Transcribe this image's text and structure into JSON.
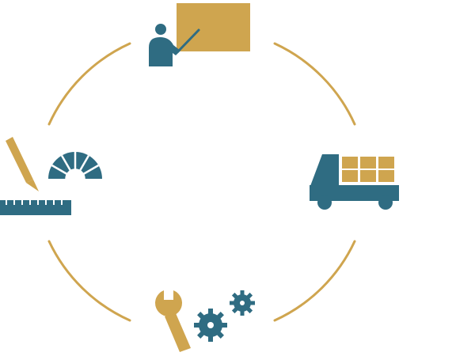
{
  "colors": {
    "gold": "#cfa54f",
    "teal": "#2f6c82",
    "background": "#ffffff"
  },
  "cycle": {
    "direction": "clockwise",
    "steps": [
      {
        "id": "training",
        "icon": "presenter-at-board-icon"
      },
      {
        "id": "delivery",
        "icon": "delivery-truck-icon"
      },
      {
        "id": "maintenance",
        "icon": "wrench-and-gears-icon"
      },
      {
        "id": "design",
        "icon": "pencil-ruler-protractor-icon"
      }
    ]
  }
}
